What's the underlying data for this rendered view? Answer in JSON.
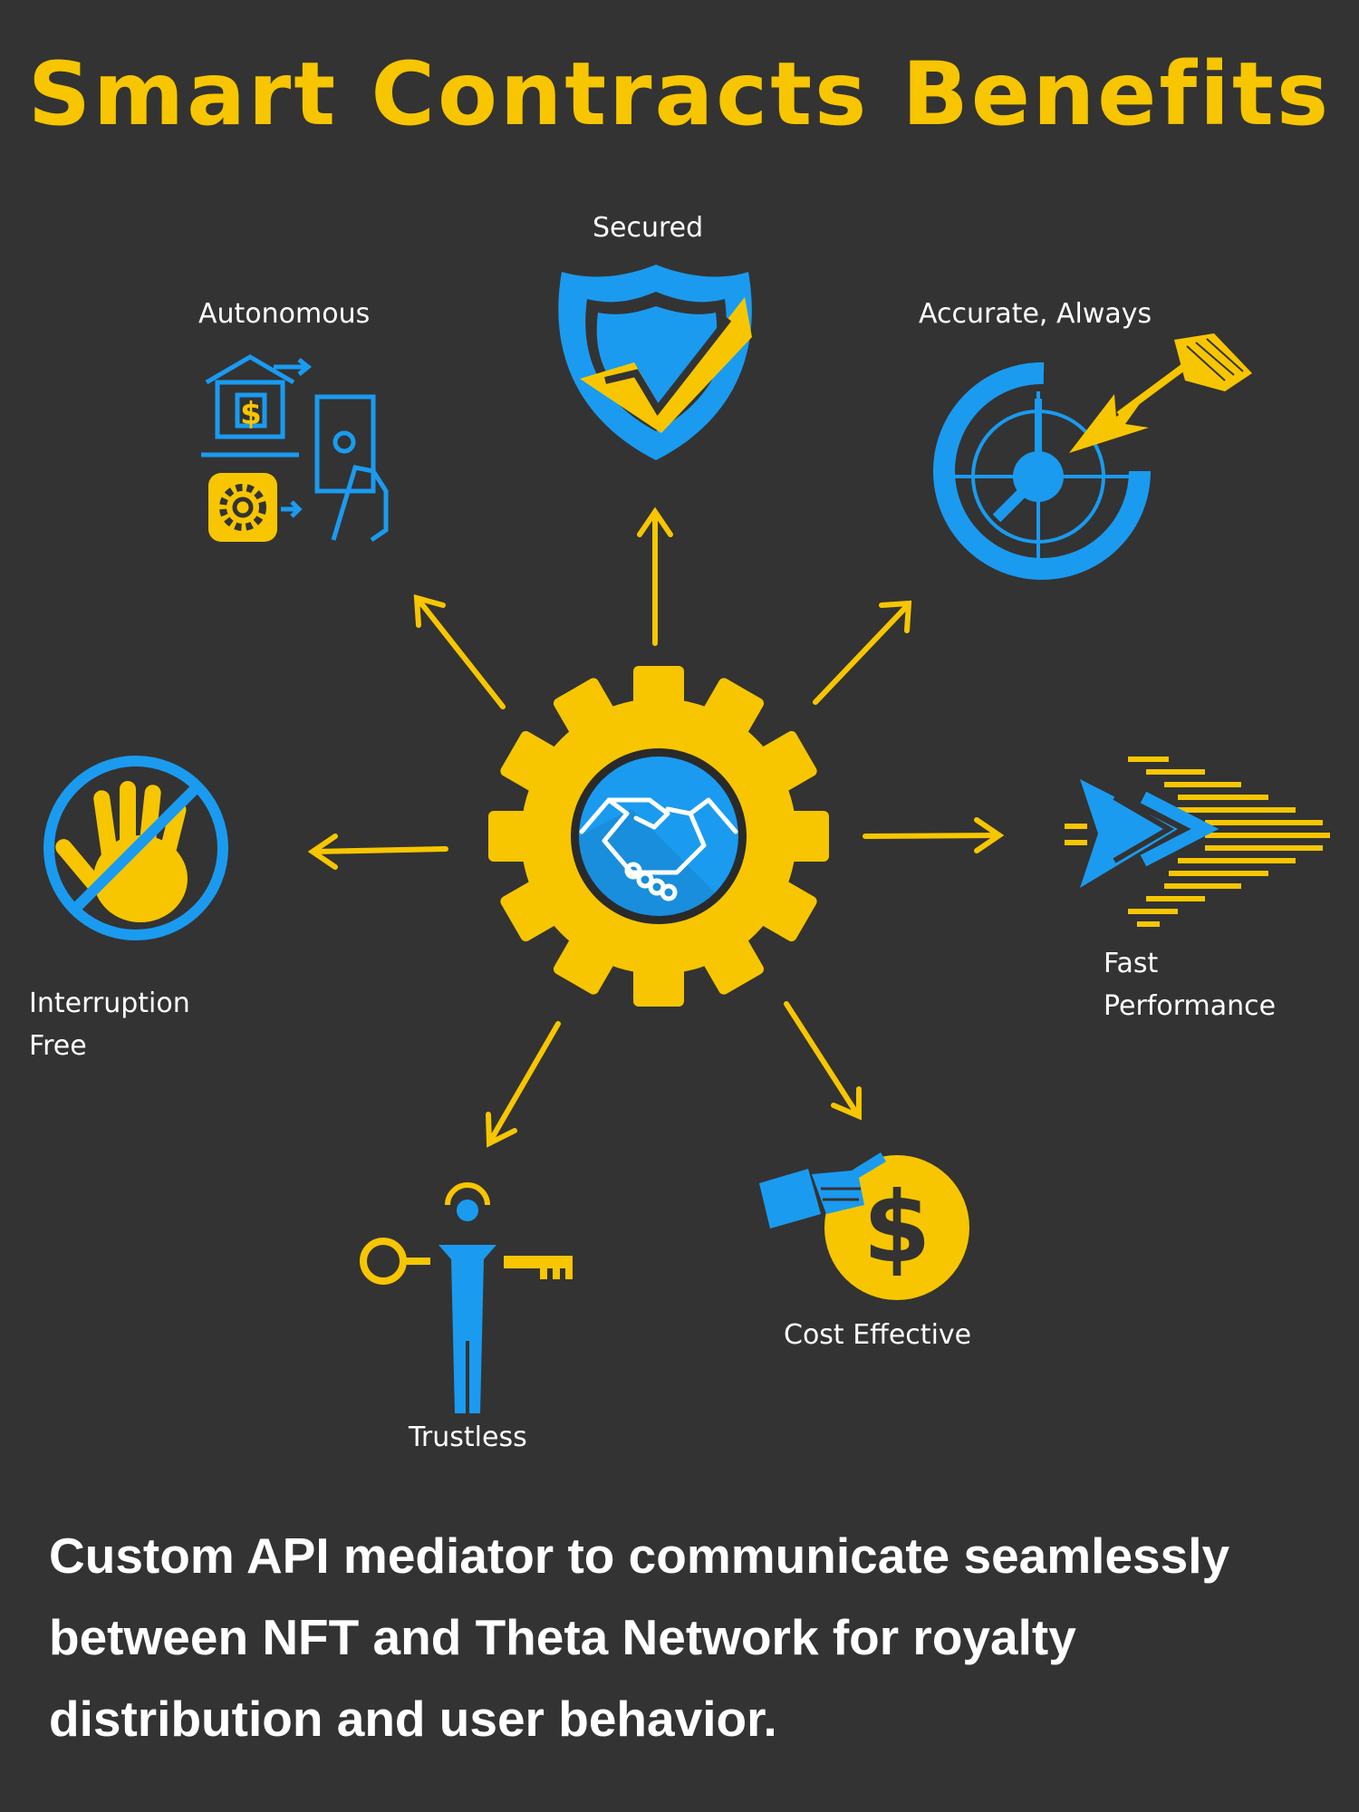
{
  "title": "Smart Contracts Benefits",
  "benefits": {
    "secured": "Secured",
    "autonomous": "Autonomous",
    "accurate": "Accurate, Always",
    "interruption_line1": "Interruption",
    "interruption_line2": "Free",
    "fast_line1": "Fast",
    "fast_line2": "Performance",
    "trustless": "Trustless",
    "cost_effective": "Cost Effective"
  },
  "footer": {
    "line1": "Custom API mediator to communicate seamlessly",
    "line2": "between NFT and Theta Network for royalty",
    "line3": "distribution and user behavior."
  },
  "colors": {
    "background": "#333333",
    "accent_yellow": "#f7c600",
    "accent_blue": "#1a9bf0",
    "text": "#ffffff"
  },
  "icons": [
    "gear-handshake-icon",
    "shield-check-icon",
    "house-money-gear-icon",
    "target-arrow-icon",
    "stop-hand-icon",
    "fast-forward-icon",
    "key-person-icon",
    "hand-dollar-coin-icon"
  ]
}
